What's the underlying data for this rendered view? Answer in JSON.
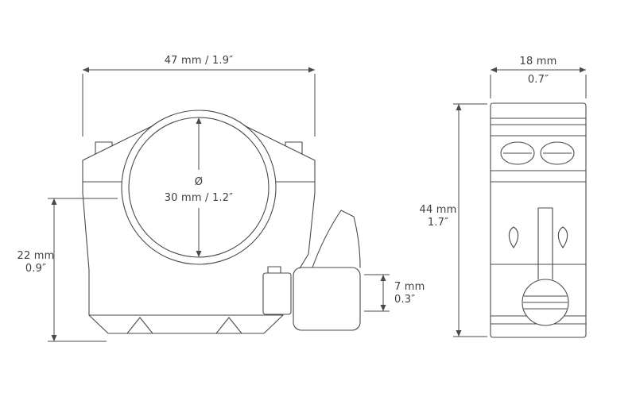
{
  "drawing": {
    "title": "scope ring mount dimensional drawing",
    "colors": {
      "line": "#4a4a4a",
      "text": "#3f3f3f",
      "background": "#ffffff"
    },
    "front_view": {
      "name": "front view",
      "width_label": "47 mm / 1.9″",
      "diameter_symbol": "Ø",
      "diameter_label": "30 mm / 1.2″",
      "height_label_mm": "22 mm",
      "height_label_in": "0.9″",
      "lever_label_mm": "7 mm",
      "lever_label_in": "0.3″"
    },
    "side_view": {
      "name": "side view",
      "width_label_mm": "18 mm",
      "width_label_in": "0.7″",
      "height_label_mm": "44 mm",
      "height_label_in": "1.7″"
    }
  }
}
